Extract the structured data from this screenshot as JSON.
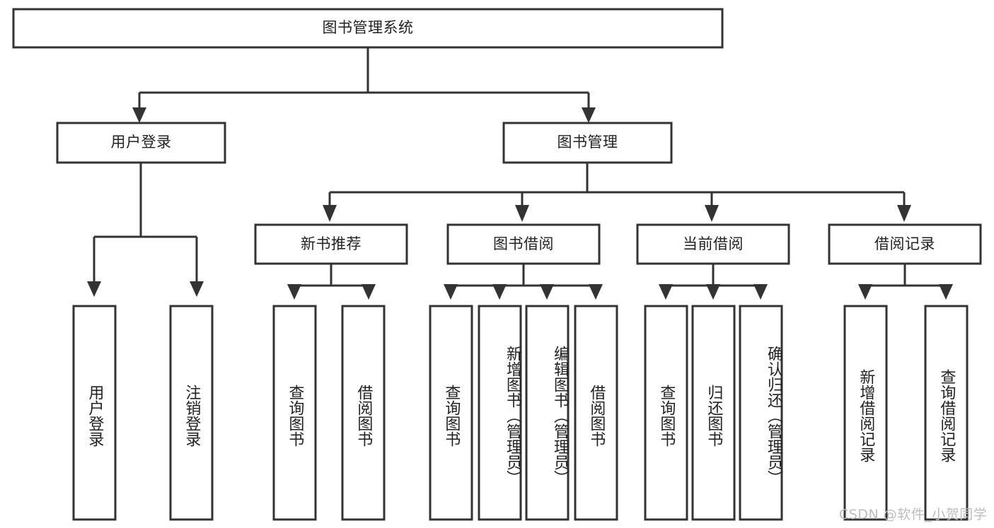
{
  "diagram": {
    "title": "图书管理系统",
    "type": "tree-hierarchy-diagram",
    "root": {
      "label": "图书管理系统"
    },
    "level2": [
      {
        "label": "用户登录"
      },
      {
        "label": "图书管理"
      }
    ],
    "level3": [
      {
        "label": "新书推荐"
      },
      {
        "label": "图书借阅"
      },
      {
        "label": "当前借阅"
      },
      {
        "label": "借阅记录"
      }
    ],
    "leaves": {
      "user_login": [
        {
          "label": "用户登录"
        },
        {
          "label": "注销登录"
        }
      ],
      "new_book_recommend": [
        {
          "label": "查询图书"
        },
        {
          "label": "借阅图书"
        }
      ],
      "book_borrow": [
        {
          "label": "查询图书"
        },
        {
          "label": "新增图书（管理员）"
        },
        {
          "label": "编辑图书（管理员）"
        },
        {
          "label": "借阅图书"
        }
      ],
      "current_borrow": [
        {
          "label": "查询图书"
        },
        {
          "label": "归还图书"
        },
        {
          "label": "确认归还（管理员）"
        }
      ],
      "borrow_record": [
        {
          "label": "新增借阅记录"
        },
        {
          "label": "查询借阅记录"
        }
      ]
    }
  },
  "watermark": {
    "text": "CSDN @软件_小贺同学"
  },
  "colors": {
    "stroke": "#333333",
    "fill": "#ffffff",
    "text": "#222222",
    "watermark": "#bdbdbd"
  }
}
